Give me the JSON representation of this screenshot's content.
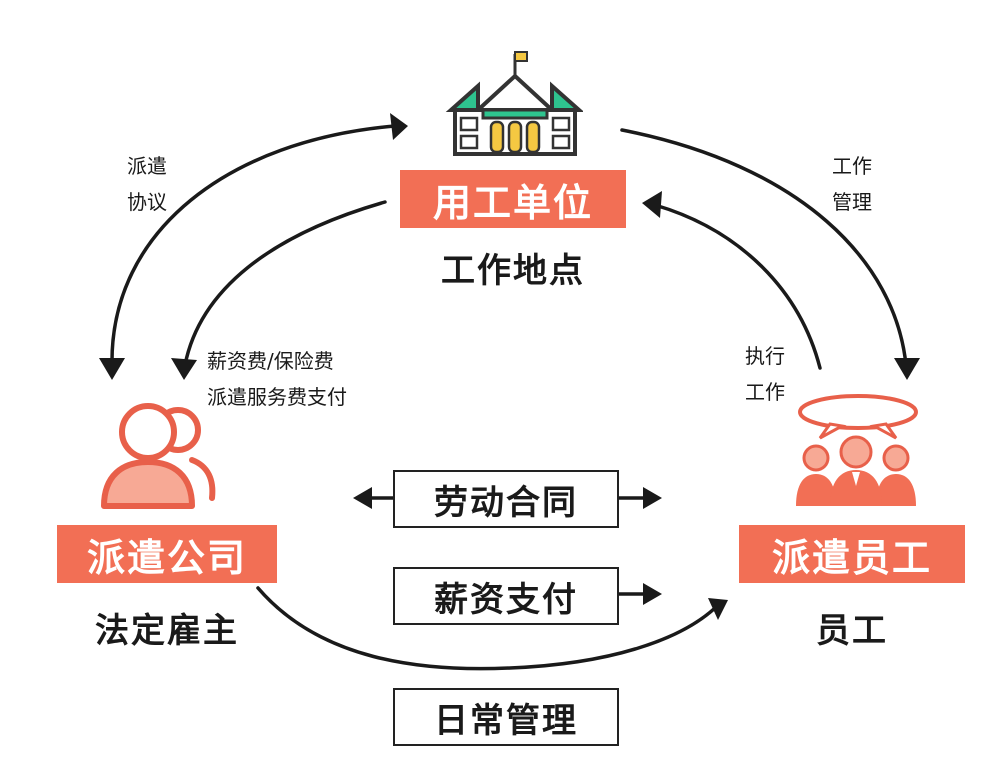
{
  "employer": {
    "title": "用工单位",
    "subtitle": "工作地点"
  },
  "agency": {
    "title": "派遣公司",
    "subtitle": "法定雇主"
  },
  "employee": {
    "title": "派遣员工",
    "subtitle": "员工"
  },
  "labels": {
    "dispatch_agreement": [
      "派遣",
      "协议"
    ],
    "fees": [
      "薪资费/保险费",
      "派遣服务费支付"
    ],
    "work_management": [
      "工作",
      "管理"
    ],
    "execute_work": [
      "执行",
      "工作"
    ]
  },
  "middle": {
    "labor_contract": "劳动合同",
    "salary_payment": "薪资支付",
    "daily_management": "日常管理"
  },
  "colors": {
    "accent": "#f26f55",
    "arrow": "#1a1a1a",
    "building_roof": "#2ec48f",
    "building_window": "#f5c842"
  },
  "icons": {
    "employer": "building-icon",
    "agency": "people-icon",
    "employee": "group-chat-icon"
  }
}
